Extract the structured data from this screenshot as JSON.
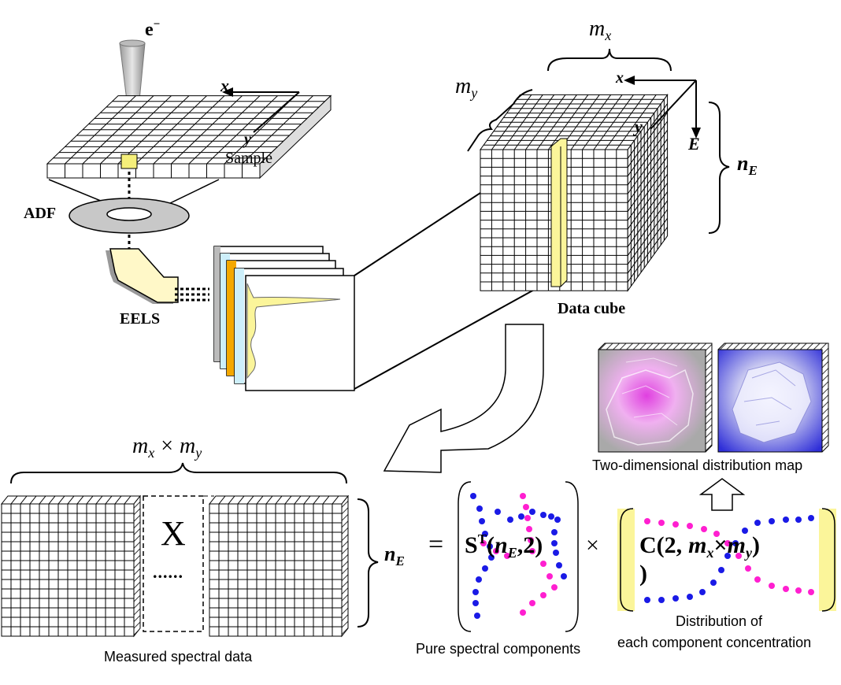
{
  "labels": {
    "electron": "e",
    "electron_sup": "−",
    "sample": "Sample",
    "x_axis": "x",
    "y_axis": "y",
    "adf": "ADF",
    "eels": "EELS",
    "data_cube": "Data cube",
    "cube_mx": "m",
    "cube_mx_sub": "x",
    "cube_my": "m",
    "cube_my_sub": "y",
    "cube_x": "x",
    "cube_y": "y",
    "cube_e": "E",
    "cube_nE": "n",
    "cube_nE_sub": "E",
    "matrix_dim_m1": "m",
    "matrix_dim_x": "x",
    "matrix_dim_times": "×",
    "matrix_dim_m2": "m",
    "matrix_dim_y": "y",
    "matrix_X": "X",
    "matrix_dots": "......",
    "matrix_nE": "n",
    "matrix_nE_sub": "E",
    "equals": "=",
    "times": "×",
    "measured_caption": "Measured spectral data",
    "pure_caption": "Pure spectral components",
    "dist_caption_line1": "Distribution of",
    "dist_caption_line2": "each component concentration",
    "map_caption": "Two-dimensional distribution map",
    "formula_S": "S",
    "formula_S_sup": "T",
    "formula_S_args_open": "(",
    "formula_S_n": "n",
    "formula_S_n_sub": "E",
    "formula_S_rest": ",2)",
    "formula_C_open": "C(2,",
    "formula_C_m1": "m",
    "formula_C_x": "x",
    "formula_C_times": "×",
    "formula_C_m2": "m",
    "formula_C_y": "y",
    "formula_C_close1": ")",
    "formula_C_close2": ")"
  },
  "colors": {
    "component_1": "#1a1ae6",
    "component_2": "#ff1fd0",
    "highlight_yellow": "#fbf59a",
    "eels_cream": "#fff8c8",
    "adf_gray": "#c8c8c8"
  },
  "icons": [
    "electron-beam-cone",
    "hollow-down-arrow-icon",
    "hollow-up-arrow-icon"
  ]
}
